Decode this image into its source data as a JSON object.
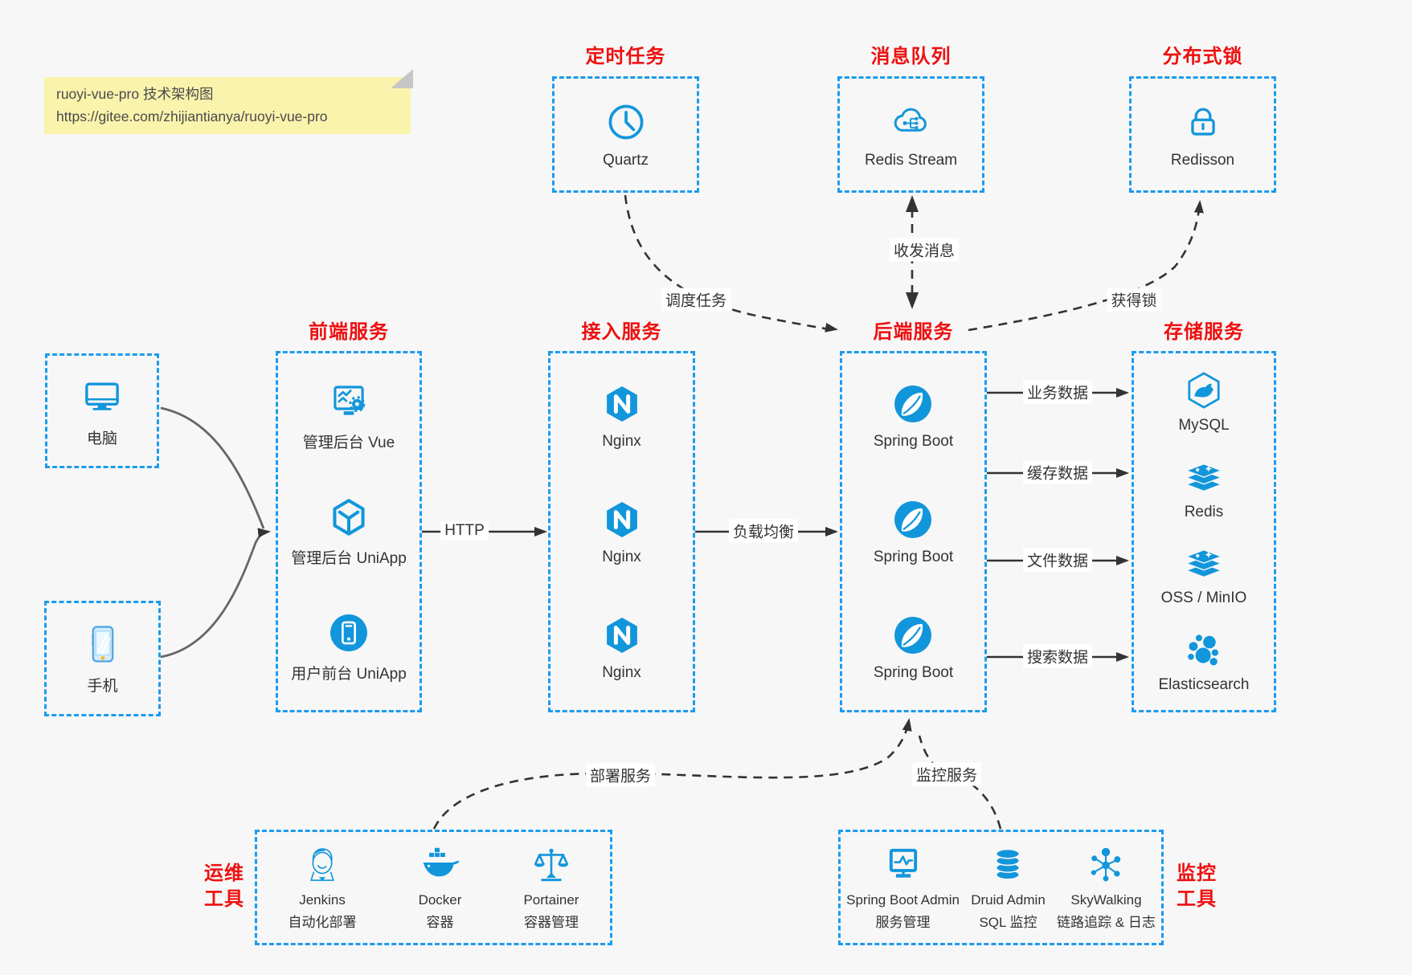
{
  "note": {
    "line1": "ruoyi-vue-pro 技术架构图",
    "line2": "https://gitee.com/zhijiantianya/ruoyi-vue-pro"
  },
  "colors": {
    "accent_blue_border": "#1b9bf0",
    "icon_blue": "#1296db",
    "title_red": "#ee1010",
    "note_yellow": "#faf3ac",
    "canvas_gray": "#f7f7f7",
    "arrow_dark": "#333333",
    "client_line_gray": "#666666"
  },
  "top_groups": [
    {
      "title": "定时任务",
      "items": [
        {
          "icon": "clock-icon",
          "label": "Quartz"
        }
      ]
    },
    {
      "title": "消息队列",
      "items": [
        {
          "icon": "cloud-stream-icon",
          "label": "Redis Stream"
        }
      ]
    },
    {
      "title": "分布式锁",
      "items": [
        {
          "icon": "lock-icon",
          "label": "Redisson"
        }
      ]
    }
  ],
  "clients": [
    {
      "icon": "desktop-icon",
      "label": "电脑"
    },
    {
      "icon": "phone-icon",
      "label": "手机"
    }
  ],
  "mid_groups": [
    {
      "title": "前端服务",
      "items": [
        {
          "icon": "admin-vue-icon",
          "label": "管理后台 Vue"
        },
        {
          "icon": "uniapp-cube-icon",
          "label": "管理后台 UniApp"
        },
        {
          "icon": "user-app-icon",
          "label": "用户前台 UniApp"
        }
      ]
    },
    {
      "title": "接入服务",
      "items": [
        {
          "icon": "nginx-icon",
          "label": "Nginx"
        },
        {
          "icon": "nginx-icon",
          "label": "Nginx"
        },
        {
          "icon": "nginx-icon",
          "label": "Nginx"
        }
      ]
    },
    {
      "title": "后端服务",
      "items": [
        {
          "icon": "spring-boot-icon",
          "label": "Spring Boot"
        },
        {
          "icon": "spring-boot-icon",
          "label": "Spring Boot"
        },
        {
          "icon": "spring-boot-icon",
          "label": "Spring Boot"
        }
      ]
    },
    {
      "title": "存储服务",
      "items": [
        {
          "icon": "mysql-icon",
          "label": "MySQL"
        },
        {
          "icon": "redis-icon",
          "label": "Redis"
        },
        {
          "icon": "oss-minio-icon",
          "label": "OSS / MinIO"
        },
        {
          "icon": "elasticsearch-icon",
          "label": "Elasticsearch"
        }
      ]
    }
  ],
  "bottom_groups": [
    {
      "title_line1": "运维",
      "title_line2": "工具",
      "items": [
        {
          "icon": "jenkins-icon",
          "label": "Jenkins",
          "sublabel": "自动化部署"
        },
        {
          "icon": "docker-icon",
          "label": "Docker",
          "sublabel": "容器"
        },
        {
          "icon": "portainer-icon",
          "label": "Portainer",
          "sublabel": "容器管理"
        }
      ]
    },
    {
      "title_line1": "监控",
      "title_line2": "工具",
      "items": [
        {
          "icon": "spring-boot-admin-icon",
          "label": "Spring Boot Admin",
          "sublabel": "服务管理"
        },
        {
          "icon": "druid-icon",
          "label": "Druid Admin",
          "sublabel": "SQL 监控"
        },
        {
          "icon": "skywalking-icon",
          "label": "SkyWalking",
          "sublabel": "链路追踪 & 日志"
        }
      ]
    }
  ],
  "edges": {
    "http": "HTTP",
    "load_balance": "负载均衡",
    "schedule": "调度任务",
    "message": "收发消息",
    "lock": "获得锁",
    "business": "业务数据",
    "cache": "缓存数据",
    "file": "文件数据",
    "search": "搜索数据",
    "deploy": "部署服务",
    "monitor": "监控服务"
  }
}
